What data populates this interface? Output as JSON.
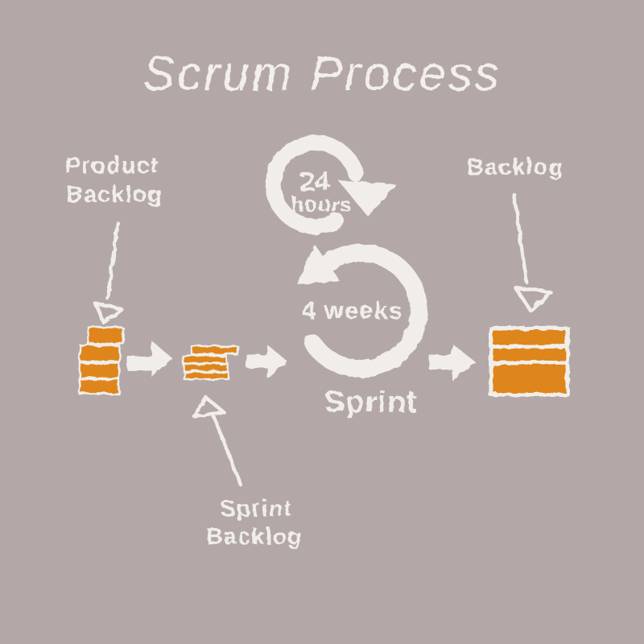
{
  "title": "Scrum Process",
  "colors": {
    "background": "#b3a8a7",
    "orange": "#de861e",
    "white_ink": "#f1eeea"
  },
  "labels": {
    "product_backlog": {
      "line1": "Product",
      "line2": "Backlog"
    },
    "backlog": {
      "label": "Backlog"
    },
    "sprint_backlog": {
      "line1": "Sprint",
      "line2": "Backlog"
    },
    "sprint": {
      "label": "Sprint"
    }
  },
  "cycles": {
    "daily": {
      "value": "24",
      "unit": "hours"
    },
    "sprint": {
      "duration": "4 weeks"
    }
  }
}
